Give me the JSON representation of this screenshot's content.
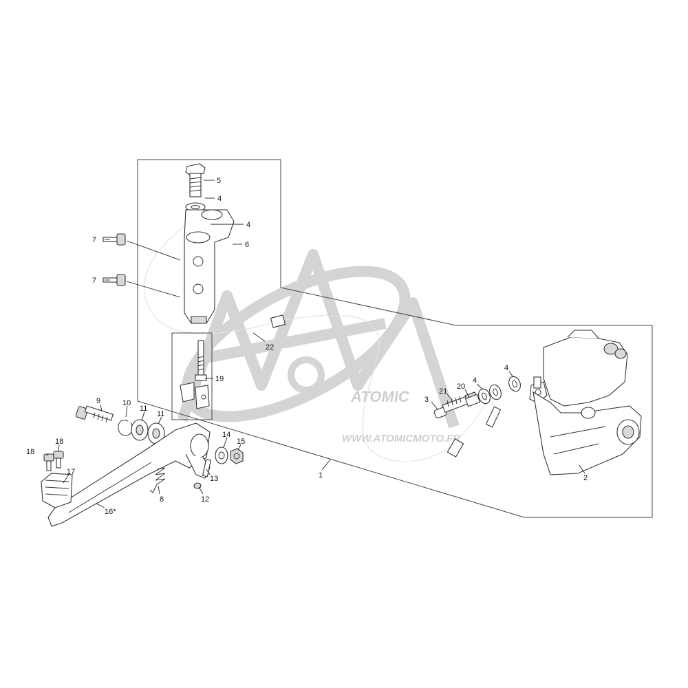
{
  "watermark": {
    "brand": "ATOMIC",
    "url": "WWW.ATOMICMOTO.FR"
  },
  "colors": {
    "line": "#333333",
    "shade": "#d9d9d9",
    "watermark": "#d4d4d4"
  },
  "parts": [
    {
      "id": "p5",
      "label": "5"
    },
    {
      "id": "p4a",
      "label": "4"
    },
    {
      "id": "p4b",
      "label": "4"
    },
    {
      "id": "p6",
      "label": "6"
    },
    {
      "id": "p7a",
      "label": "7"
    },
    {
      "id": "p7b",
      "label": "7"
    },
    {
      "id": "p22",
      "label": "22"
    },
    {
      "id": "p19",
      "label": "19"
    },
    {
      "id": "p9",
      "label": "9"
    },
    {
      "id": "p10",
      "label": "10"
    },
    {
      "id": "p11a",
      "label": "11"
    },
    {
      "id": "p11b",
      "label": "11"
    },
    {
      "id": "p14",
      "label": "14"
    },
    {
      "id": "p15",
      "label": "15"
    },
    {
      "id": "p18a",
      "label": "18"
    },
    {
      "id": "p18b",
      "label": "18"
    },
    {
      "id": "p17",
      "label": "17"
    },
    {
      "id": "p13",
      "label": "13"
    },
    {
      "id": "p8",
      "label": "8"
    },
    {
      "id": "p12",
      "label": "12"
    },
    {
      "id": "p16",
      "label": "16*"
    },
    {
      "id": "p1",
      "label": "1"
    },
    {
      "id": "p3",
      "label": "3"
    },
    {
      "id": "p21",
      "label": "21"
    },
    {
      "id": "p20",
      "label": "20"
    },
    {
      "id": "p4c",
      "label": "4"
    },
    {
      "id": "p4d",
      "label": "4"
    },
    {
      "id": "p2",
      "label": "2"
    }
  ]
}
